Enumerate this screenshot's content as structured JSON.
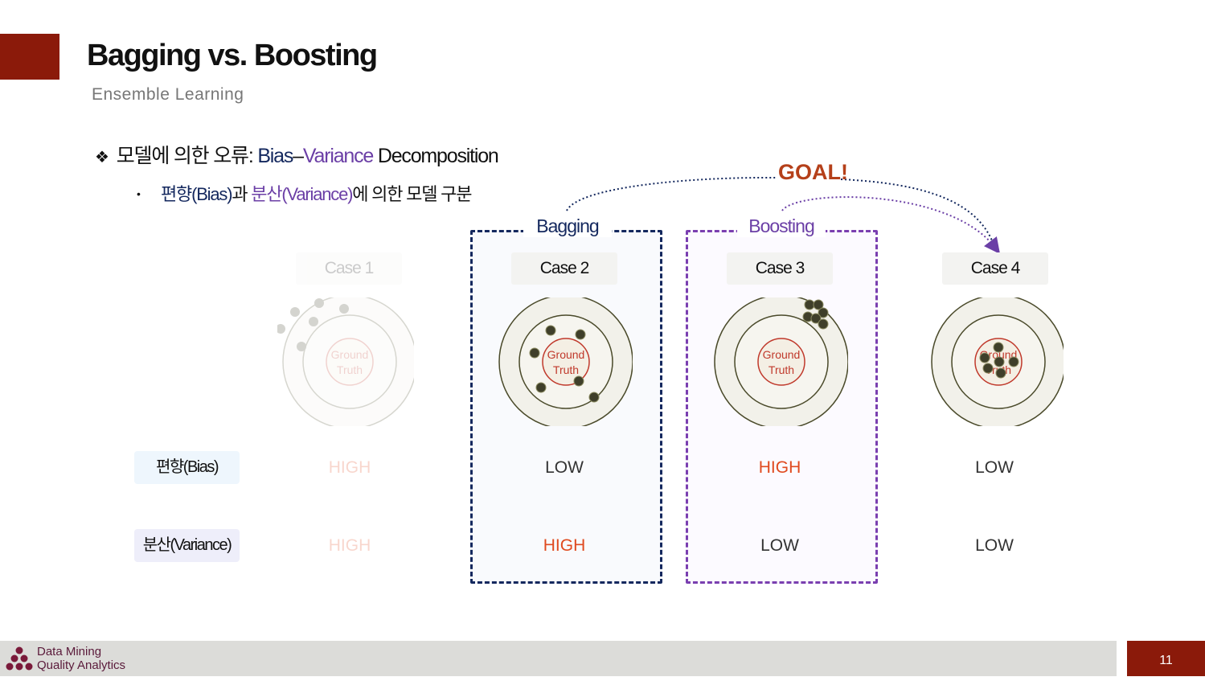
{
  "slide": {
    "title": "Bagging vs. Boosting",
    "subtitle": "Ensemble Learning",
    "heading": {
      "prefix": "모델에 의한 오류: ",
      "bias": "Bias",
      "dash": "–",
      "variance": "Variance",
      "suffix": " Decomposition"
    },
    "bullet": {
      "bias_term": "편향(Bias)",
      "joiner": "과 ",
      "variance_term": "분산(Variance)",
      "suffix": "에 의한 모델 구분"
    },
    "goal_label": "GOAL!",
    "groups": {
      "bagging": "Bagging",
      "boosting": "Boosting"
    },
    "target_label_line1": "Ground",
    "target_label_line2": "Truth",
    "cases": [
      {
        "label": "Case 1",
        "bias": "HIGH",
        "variance": "HIGH"
      },
      {
        "label": "Case 2",
        "bias": "LOW",
        "variance": "HIGH"
      },
      {
        "label": "Case 3",
        "bias": "HIGH",
        "variance": "LOW"
      },
      {
        "label": "Case 4",
        "bias": "LOW",
        "variance": "LOW"
      }
    ],
    "row_labels": {
      "bias": "편향(Bias)",
      "variance": "분산(Variance)"
    },
    "footer": {
      "logo_line1": "Data Mining",
      "logo_line2": "Quality Analytics",
      "page_number": "11"
    },
    "colors": {
      "accent": "#8b1a0a",
      "navy": "#14285e",
      "purple": "#6b3fa6",
      "high": "#e04a1f",
      "goal": "#b5401a"
    }
  }
}
